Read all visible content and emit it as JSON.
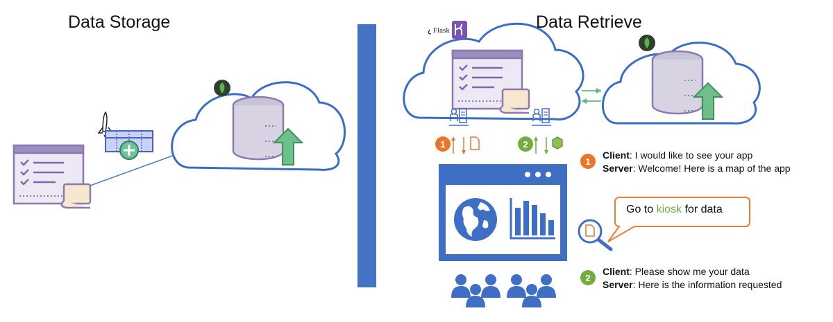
{
  "sections": {
    "storage_title": "Data Storage",
    "retrieve_title": "Data Retrieve"
  },
  "logos": {
    "flask": "Flask",
    "heroku": "heroku-logo-icon",
    "mongodb": "mongodb-leaf-icon"
  },
  "steps": [
    {
      "number": "1",
      "color": "#e9772a",
      "client_label": "Client",
      "client_text": ": I would like to see your app",
      "server_label": "Server",
      "server_text": ": Welcome! Here is a map of the app"
    },
    {
      "number": "2",
      "color": "#6fae3f",
      "client_label": "Client",
      "client_text": ": Please show me your data",
      "server_label": "Server",
      "server_text": ": Here is the information requested"
    }
  ],
  "bubble": {
    "prefix": "Go to ",
    "keyword": "kiosk",
    "suffix": " for data"
  },
  "colors": {
    "cloud_stroke": "#3a6ec6",
    "divider": "#4472c4",
    "app_window": "#3e6fc5",
    "people": "#3e6fc5",
    "arrow_green": "#5cb87a",
    "bubble_border": "#ed7d31",
    "keyword": "#6fae3f",
    "step1": "#e9772a",
    "step2": "#6fae3f"
  }
}
